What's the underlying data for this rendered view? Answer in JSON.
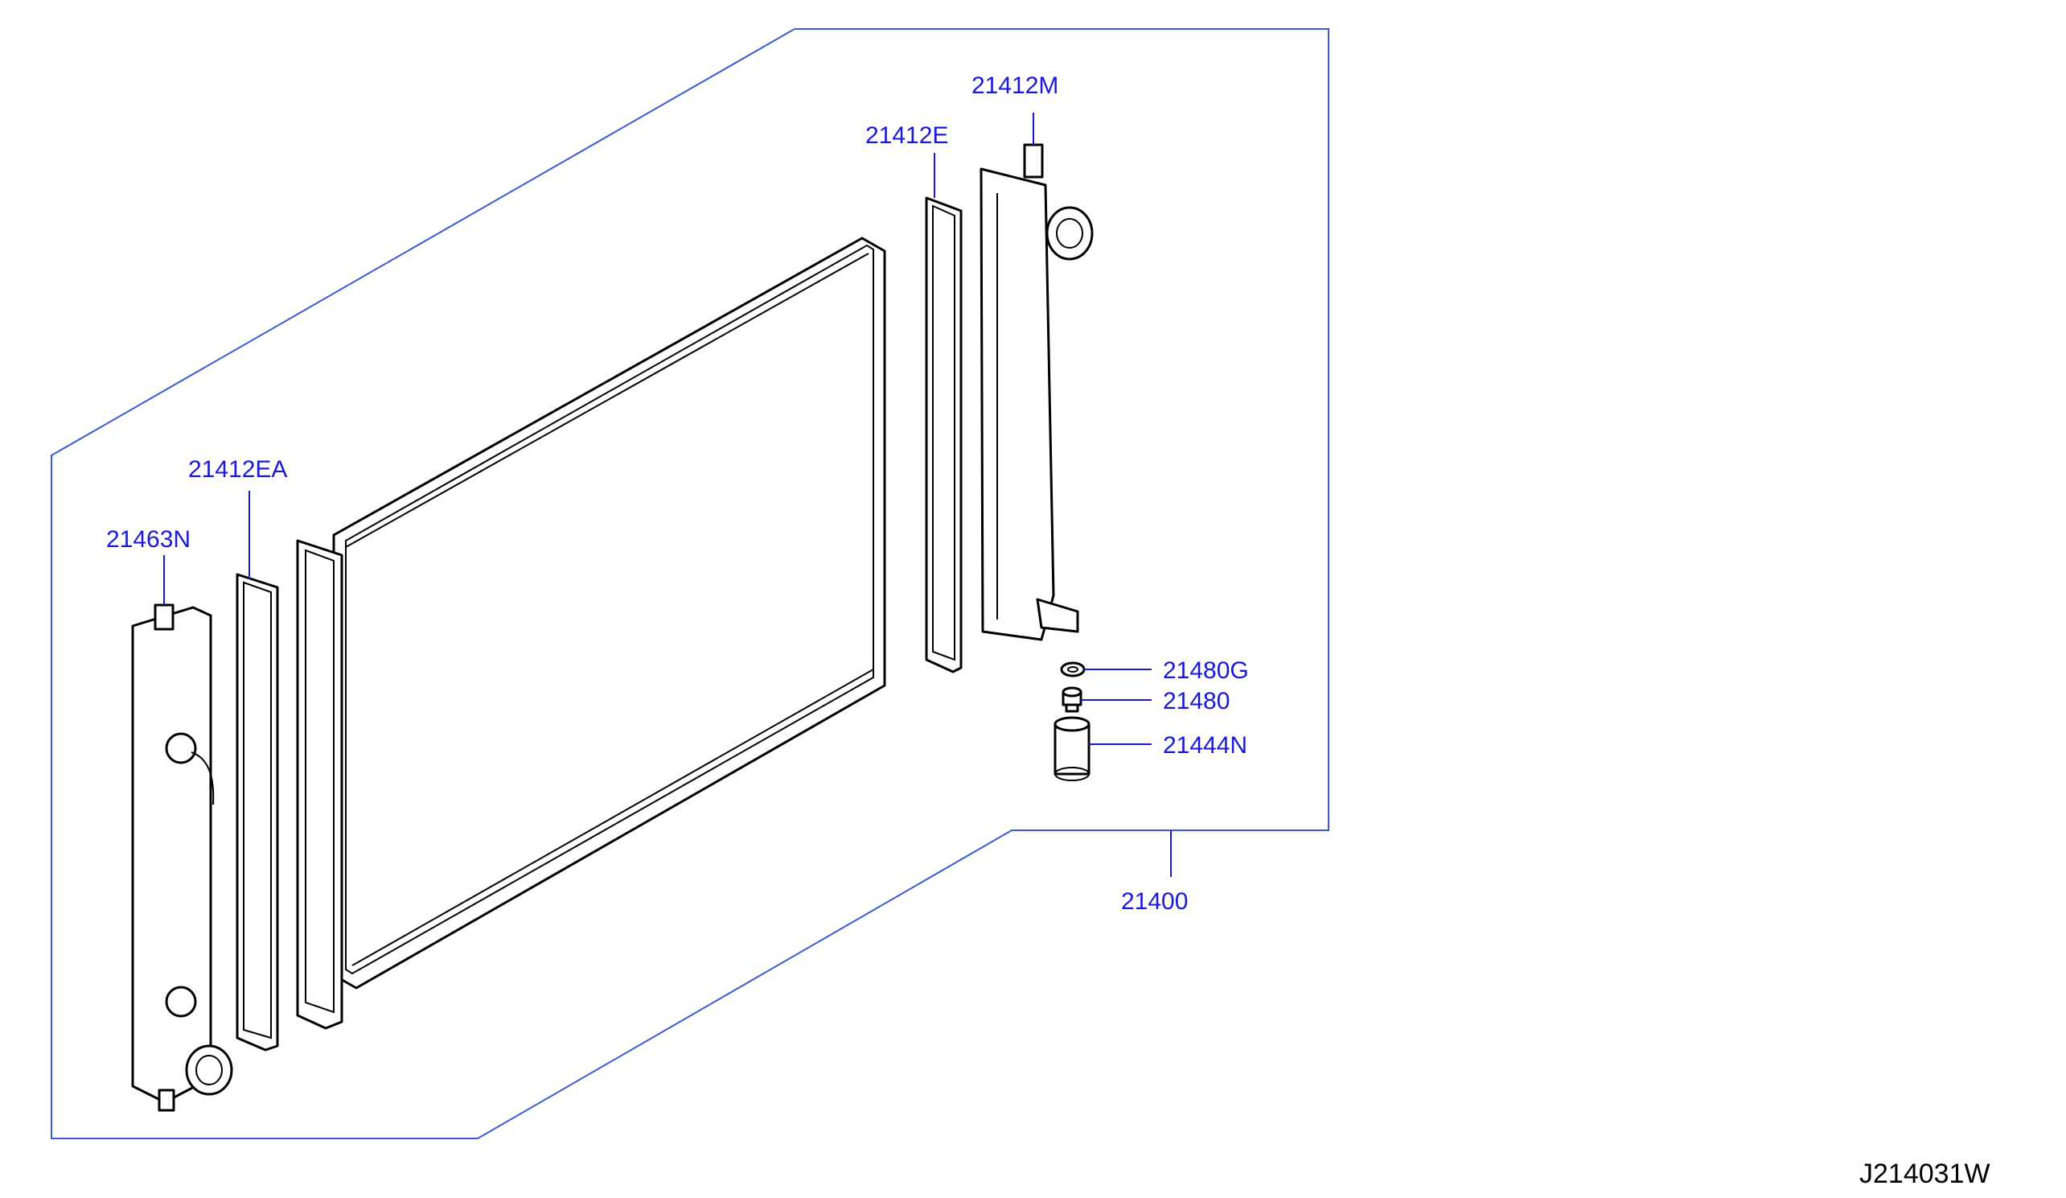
{
  "diagram": {
    "id": "J214031W",
    "colors": {
      "label": "#1a1ad6",
      "frame": "#3b5bd0",
      "drawing": "#000000"
    },
    "labels": {
      "assembly": "21400",
      "gasket_left": "21412EA",
      "gasket_right": "21412E",
      "tank_left": "21463N",
      "tank_right": "21412M",
      "drain_washer": "21480G",
      "drain_plug": "21480",
      "hose": "21444N"
    }
  }
}
